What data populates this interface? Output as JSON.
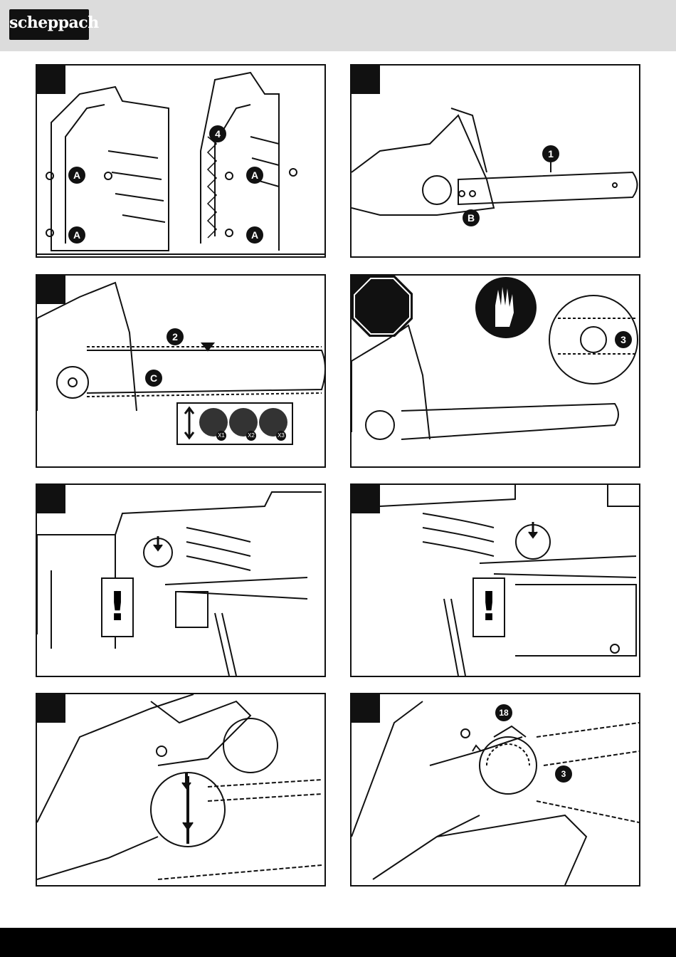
{
  "brand": {
    "logo_text": "scheppach"
  },
  "panels": [
    {
      "callouts": [
        "A",
        "A",
        "4",
        "A",
        "A"
      ]
    },
    {
      "callouts": [
        "1",
        "B"
      ]
    },
    {
      "callouts": [
        "2",
        "C"
      ],
      "tension_labels": [
        "X1",
        "X2",
        "X3"
      ]
    },
    {
      "stop_text": "STOP",
      "callouts": [
        "3"
      ]
    },
    {
      "warning": "!"
    },
    {
      "warning": "!"
    },
    {},
    {
      "callouts": [
        "18",
        "3"
      ]
    }
  ],
  "colors": {
    "header_bg": "#dcdcdc",
    "ink": "#111111",
    "stop_red": "#111111",
    "footer": "#000000"
  }
}
